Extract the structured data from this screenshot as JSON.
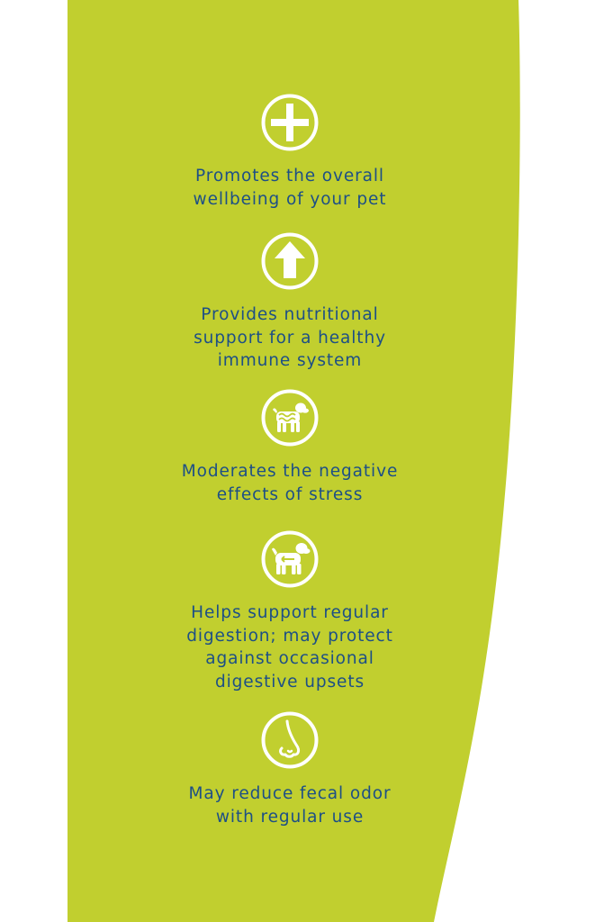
{
  "colors": {
    "panel": "#c1cf2f",
    "text": "#1d4f86",
    "icon": "#ffffff",
    "background": "#ffffff"
  },
  "benefits": [
    {
      "icon": "plus-icon",
      "text": "Promotes the overall\nwellbeing of your pet"
    },
    {
      "icon": "up-arrow-icon",
      "text": "Provides nutritional\nsupport for a healthy\nimmune system"
    },
    {
      "icon": "calm-dog-icon",
      "text": "Moderates the negative\neffects of stress"
    },
    {
      "icon": "dog-digestion-icon",
      "text": "Helps support regular\ndigestion; may protect\nagainst occasional\ndigestive upsets"
    },
    {
      "icon": "nose-icon",
      "text": "May reduce fecal odor\nwith regular use"
    }
  ]
}
